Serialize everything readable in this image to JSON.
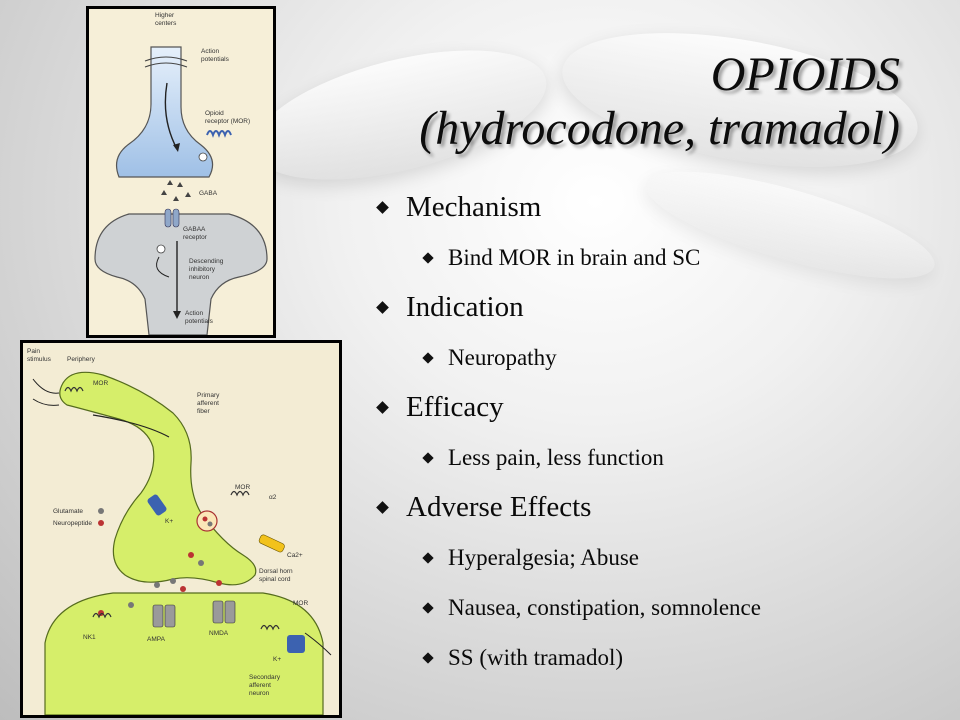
{
  "title": {
    "line1": "OPIOIDS",
    "line2": "(hydrocodone, tramadol)"
  },
  "bullets": [
    {
      "level": 1,
      "text": "Mechanism"
    },
    {
      "level": 2,
      "text": "Bind MOR in brain and SC"
    },
    {
      "level": 1,
      "text": "Indication"
    },
    {
      "level": 2,
      "text": "Neuropathy"
    },
    {
      "level": 1,
      "text": "Efficacy"
    },
    {
      "level": 2,
      "text": "Less pain, less function"
    },
    {
      "level": 1,
      "text": "Adverse Effects"
    },
    {
      "level": 2,
      "text": "Hyperalgesia; Abuse"
    },
    {
      "level": 2,
      "text": "Nausea, constipation, somnolence"
    },
    {
      "level": 2,
      "text": "SS (with tramadol)"
    }
  ],
  "figure_top": {
    "labels": {
      "higher": "Higher",
      "centers": "centers",
      "action1": "Action",
      "potentials1": "potentials",
      "opioid": "Opioid",
      "receptor_mor": "receptor (MOR)",
      "gaba": "GABA",
      "gaba_a": "GABAA",
      "receptor": "receptor",
      "descending": "Descending",
      "inhibitory": "inhibitory",
      "neuron": "neuron",
      "action2": "Action",
      "potentials2": "potentials"
    }
  },
  "figure_bottom": {
    "labels": {
      "pain": "Pain",
      "stimulus": "stimulus",
      "periphery": "Periphery",
      "mor1": "MOR",
      "primary": "Primary",
      "afferent": "afferent",
      "fiber": "fiber",
      "glutamate": "Glutamate",
      "neuropeptide": "Neuropeptide",
      "k1": "K+",
      "mor2": "MOR",
      "alpha2": "α2",
      "ca": "Ca2+",
      "dorsal": "Dorsal horn",
      "spinal": "spinal cord",
      "mor3": "MOR",
      "nk1": "NK1",
      "ampa": "AMPA",
      "nmda": "NMDA",
      "k2": "K+",
      "secondary": "Secondary",
      "afferent2": "afferent",
      "neuron2": "neuron"
    }
  },
  "colors": {
    "neuron_blue": "#b9d3ee",
    "neuron_gray": "#cfd2d4",
    "neuron_green": "#d6ee6a",
    "receptor_blue": "#3c62b0",
    "channel_yellow": "#f2c21b"
  }
}
